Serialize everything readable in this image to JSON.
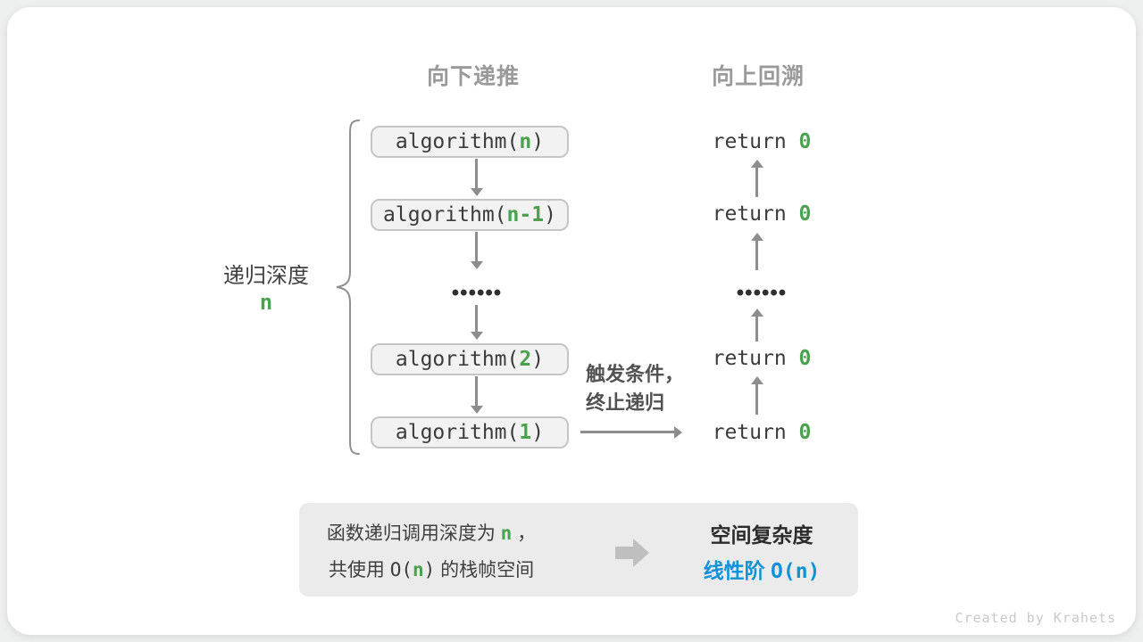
{
  "colors": {
    "green": "#4aa14e",
    "blue": "#1292d6",
    "gray-heading": "#9a9a9a",
    "arrow": "#8d8d8d",
    "code-text": "#3b3b3b",
    "box-bg": "#f2f2f2",
    "box-border": "#c5c5c5",
    "panel-bg": "#ebebeb",
    "annotation": "#525252",
    "watermark": "#c9c9c9"
  },
  "headers": {
    "downward": "向下递推",
    "upward": "向上回溯"
  },
  "depth": {
    "label": "递归深度",
    "value": "n"
  },
  "stack": {
    "boxes": [
      {
        "pre": "algorithm(",
        "arg": "n",
        "post": ")"
      },
      {
        "pre": "algorithm(",
        "arg": "n-1",
        "post": ")"
      },
      {
        "pre": "algorithm(",
        "arg": "2",
        "post": ")"
      },
      {
        "pre": "algorithm(",
        "arg": "1",
        "post": ")"
      }
    ]
  },
  "returns": {
    "keyword": "return ",
    "value": "0"
  },
  "ellipsis": "••••••",
  "annotation": {
    "line1": "触发条件，",
    "line2": "终止递归"
  },
  "summary": {
    "left": {
      "line1": {
        "t1": "函数递归调用深度为 ",
        "n": "n",
        "t2": " ，"
      },
      "line2": {
        "t1": "共使用 ",
        "o1": "O(",
        "n": "n",
        "o2": ")",
        "t2": " 的栈帧空间"
      }
    },
    "right": {
      "title": "空间复杂度",
      "result_zh": "线性阶 ",
      "result_code": "O(n)"
    }
  },
  "watermark": "Created by Krahets"
}
